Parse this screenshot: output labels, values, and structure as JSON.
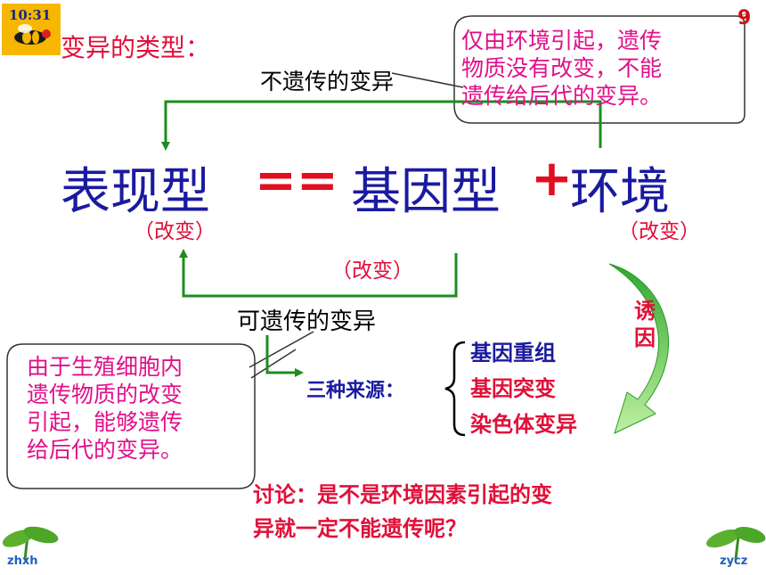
{
  "header": {
    "time": "10:31",
    "page_number": "9"
  },
  "title": "变异的类型：",
  "non_heritable": {
    "label": "不遗传的变异",
    "callout": [
      "仅由环境引起，遗传",
      "物质没有改变，不能",
      "遗传给后代的变异。"
    ]
  },
  "formula": {
    "phenotype": "表现型",
    "equals": "==",
    "genotype": "基因型",
    "plus": "+",
    "environment": "环境",
    "change_phenotype": "（改变）",
    "change_genotype": "（改变）",
    "change_environment": "（改变）"
  },
  "heritable": {
    "label": "可遗传的变异",
    "callout": [
      "由于生殖细胞内",
      "遗传物质的改变",
      "引起，能够遗传",
      "给后代的变异。"
    ],
    "sources_label": "三种来源：",
    "sources": [
      "基因重组",
      "基因突变",
      "染色体变异"
    ],
    "induced_label": "诱因"
  },
  "discussion": [
    "讨论：是不是环境因素引起的变",
    "异就一定不能遗传呢？"
  ],
  "footer": {
    "left_label": "zhxh",
    "right_label": "zycz"
  },
  "colors": {
    "title_red": "#e0103a",
    "formula_blue": "#1a1aa0",
    "arrow_green": "#1e8c1e",
    "callout_magenta": "#e0108a"
  }
}
